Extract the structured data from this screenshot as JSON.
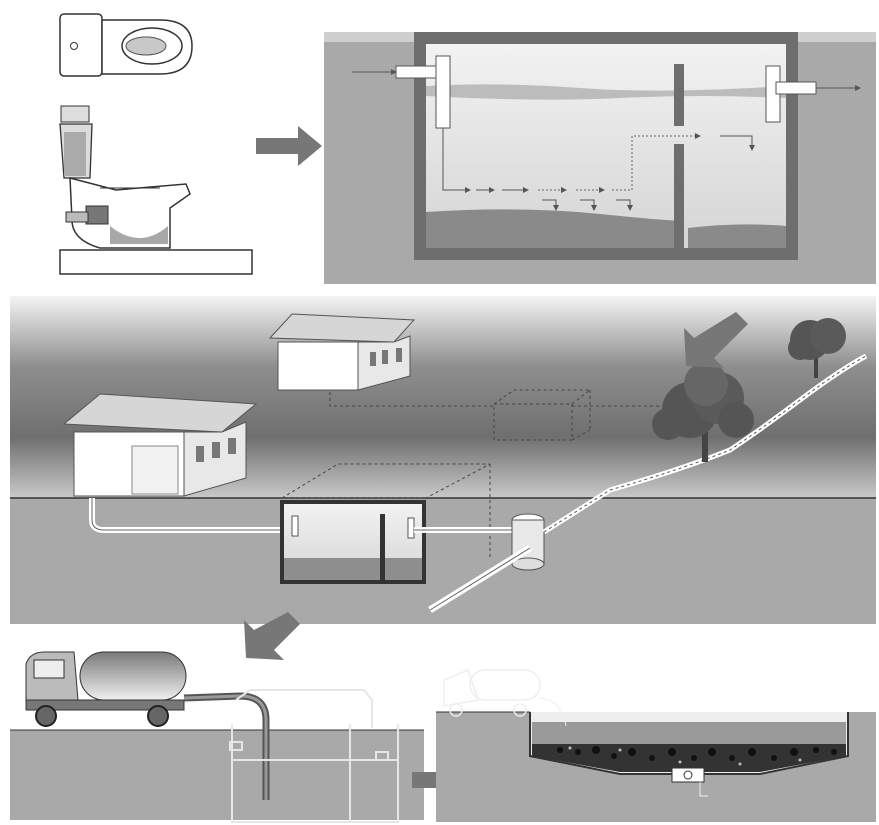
{
  "figure": {
    "panels": [
      "toilet",
      "septic-tank-cross-section",
      "site-overview",
      "vacuum-truck-emptying",
      "drying-bed"
    ],
    "colors": {
      "background": "#ffffff",
      "ground": "#a9a9a9",
      "tank_wall": "#6e6e6e",
      "liquid": "#d8d8d8",
      "sludge": "#8a8a8a",
      "arrow": "#777777",
      "sky_top": "#6f6f6f",
      "sky_bottom": "#efefef"
    },
    "icons": [
      "arrow-right-icon",
      "arrow-down-left-icon",
      "tree-icon",
      "house-icon",
      "truck-icon",
      "toilet-icon"
    ]
  }
}
